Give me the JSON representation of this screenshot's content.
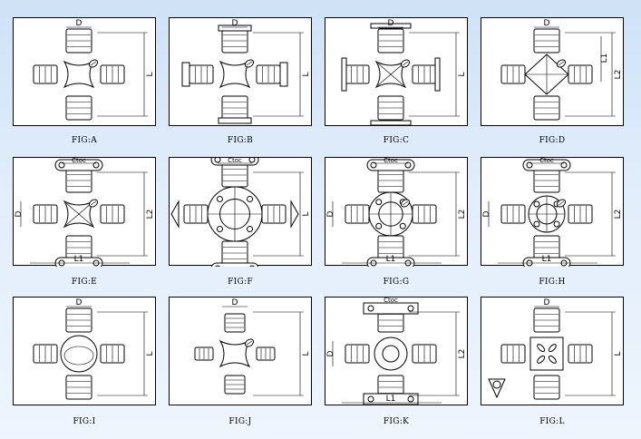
{
  "figures": [
    {
      "caption": "FIG:A",
      "variant": "plain",
      "dims": [
        "D",
        "L"
      ]
    },
    {
      "caption": "FIG:B",
      "variant": "grooved",
      "dims": [
        "D",
        "L"
      ]
    },
    {
      "caption": "FIG:C",
      "variant": "flanged",
      "dims": [
        "D",
        "L"
      ]
    },
    {
      "caption": "FIG:D",
      "variant": "diamond",
      "dims": [
        "D",
        "L1",
        "L2"
      ]
    },
    {
      "caption": "FIG:E",
      "variant": "bolted",
      "dims": [
        "Ctoc",
        "D",
        "L2",
        "L1"
      ]
    },
    {
      "caption": "FIG:F",
      "variant": "round-flange",
      "dims": [
        "Ctoc",
        "L"
      ]
    },
    {
      "caption": "FIG:G",
      "variant": "ribbed",
      "dims": [
        "Ctoc",
        "D",
        "L2",
        "L1"
      ]
    },
    {
      "caption": "FIG:H",
      "variant": "ribbed-small",
      "dims": [
        "Ctoc",
        "D",
        "L2",
        "L1"
      ]
    },
    {
      "caption": "FIG:I",
      "variant": "ring",
      "dims": [
        "D",
        "L"
      ]
    },
    {
      "caption": "FIG:J",
      "variant": "thin",
      "dims": [
        "D",
        "L"
      ]
    },
    {
      "caption": "FIG:K",
      "variant": "square-flange",
      "dims": [
        "Ctoc",
        "D",
        "L2",
        "L1"
      ]
    },
    {
      "caption": "FIG:L",
      "variant": "triangle-flange",
      "dims": [
        "D",
        "L"
      ]
    }
  ]
}
